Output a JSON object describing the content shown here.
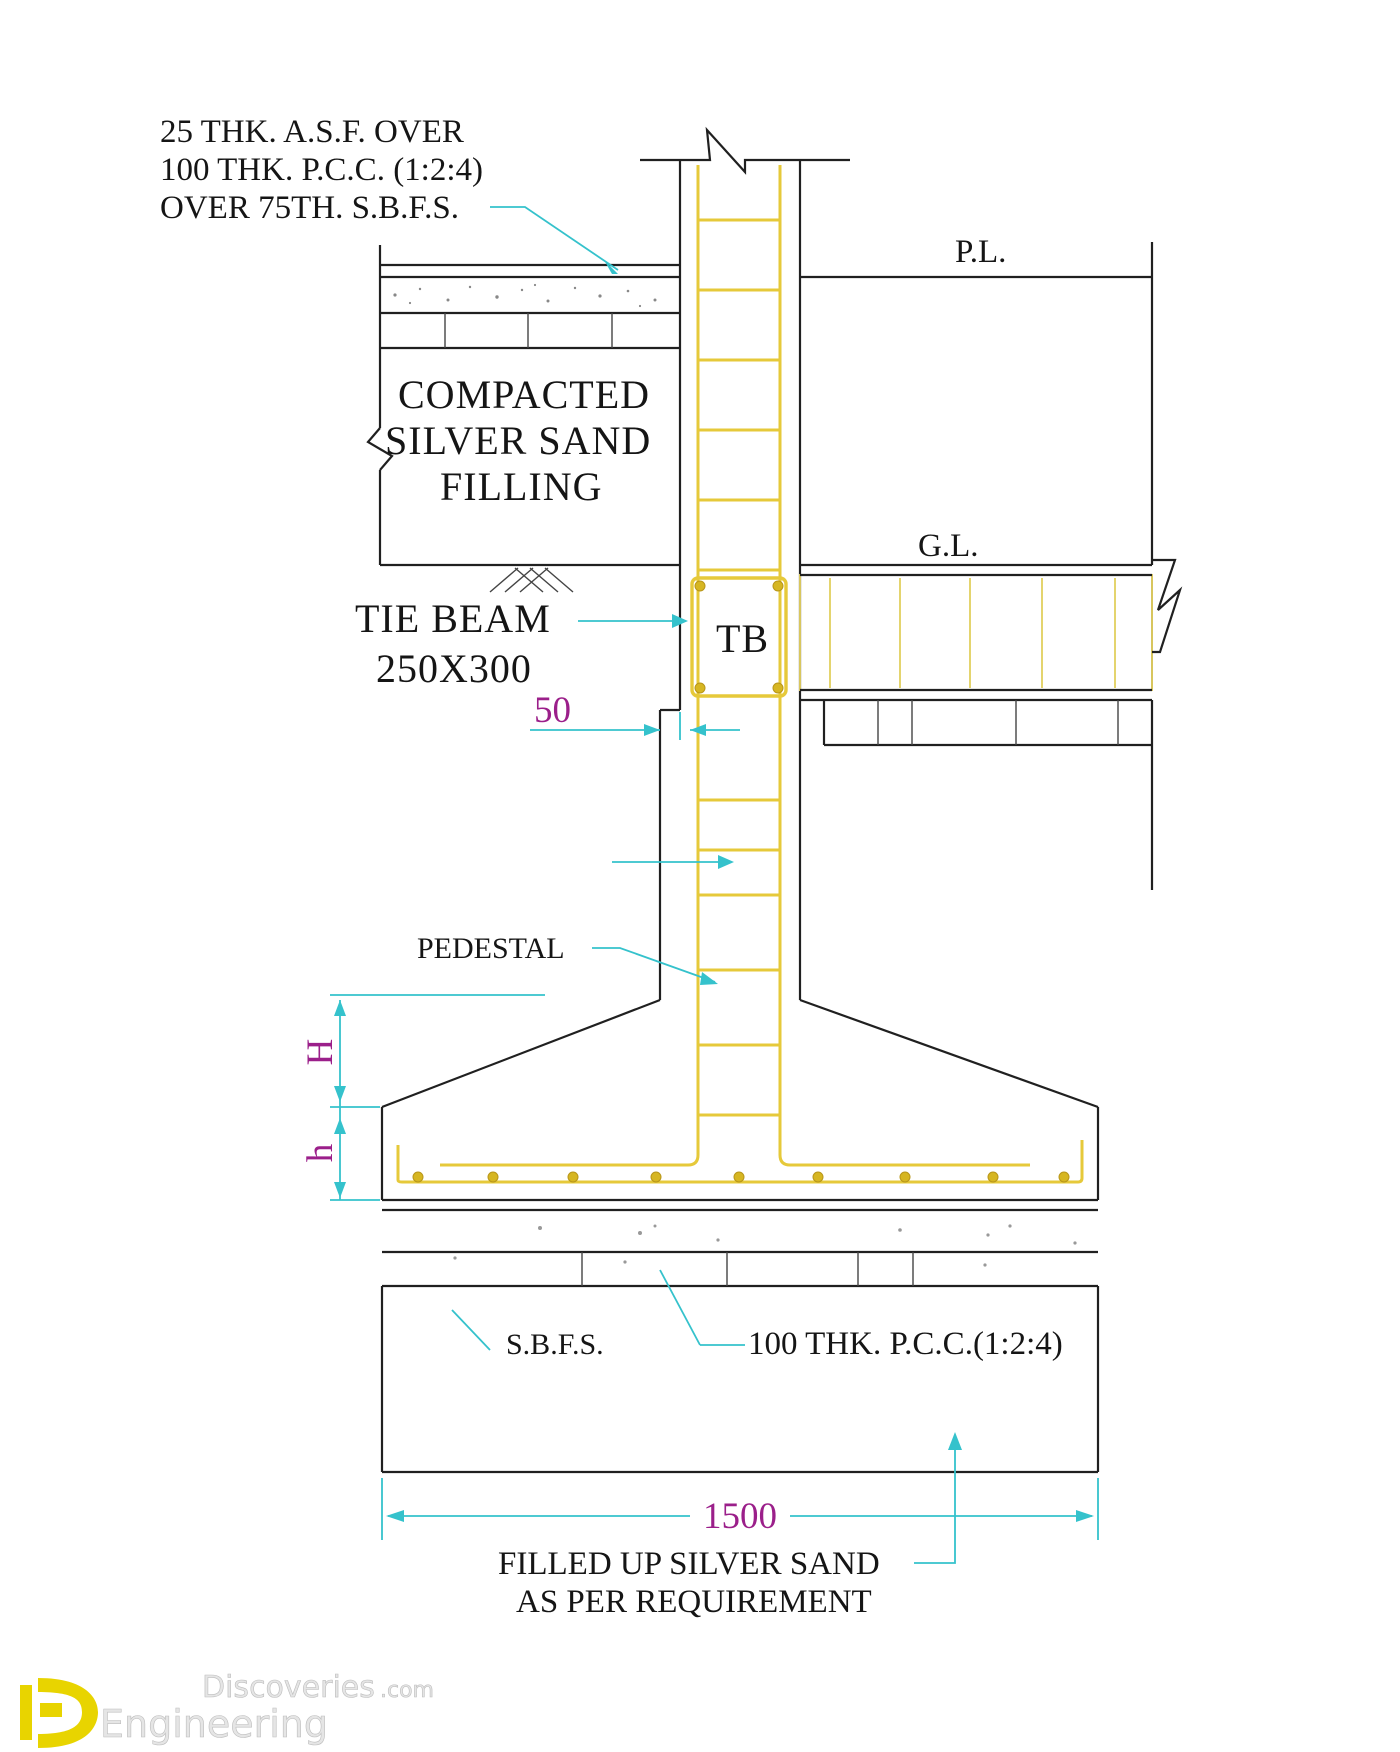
{
  "labels": {
    "asf_line1": "25 THK. A.S.F. OVER",
    "asf_line2": "100 THK. P.C.C. (1:2:4)",
    "asf_line3": "OVER 75TH. S.B.F.S.",
    "pl": "P.L.",
    "gl": "G.L.",
    "sand_line1": "COMPACTED",
    "sand_line2": "SILVER  SAND",
    "sand_line3": "FILLING",
    "tie_beam_line1": "TIE BEAM",
    "tie_beam_line2": "250X300",
    "tb": "TB",
    "pedestal": "PEDESTAL",
    "sbfs": "S.B.F.S.",
    "pcc_base": "100 THK. P.C.C.(1:2:4)",
    "filled_line1": "FILLED UP SILVER SAND",
    "filled_line2": "AS PER REQUIREMENT"
  },
  "dimensions": {
    "offset": "50",
    "H": "H",
    "h": "h",
    "width": "1500"
  },
  "logo": {
    "line1": "Discoveries",
    "suffix": ".com",
    "line2": "Engineering"
  },
  "colors": {
    "rebar": "#e6c93a",
    "leader": "#35c2cc",
    "dimension_text": "#9b1f8a",
    "logo": "#e8d400"
  }
}
